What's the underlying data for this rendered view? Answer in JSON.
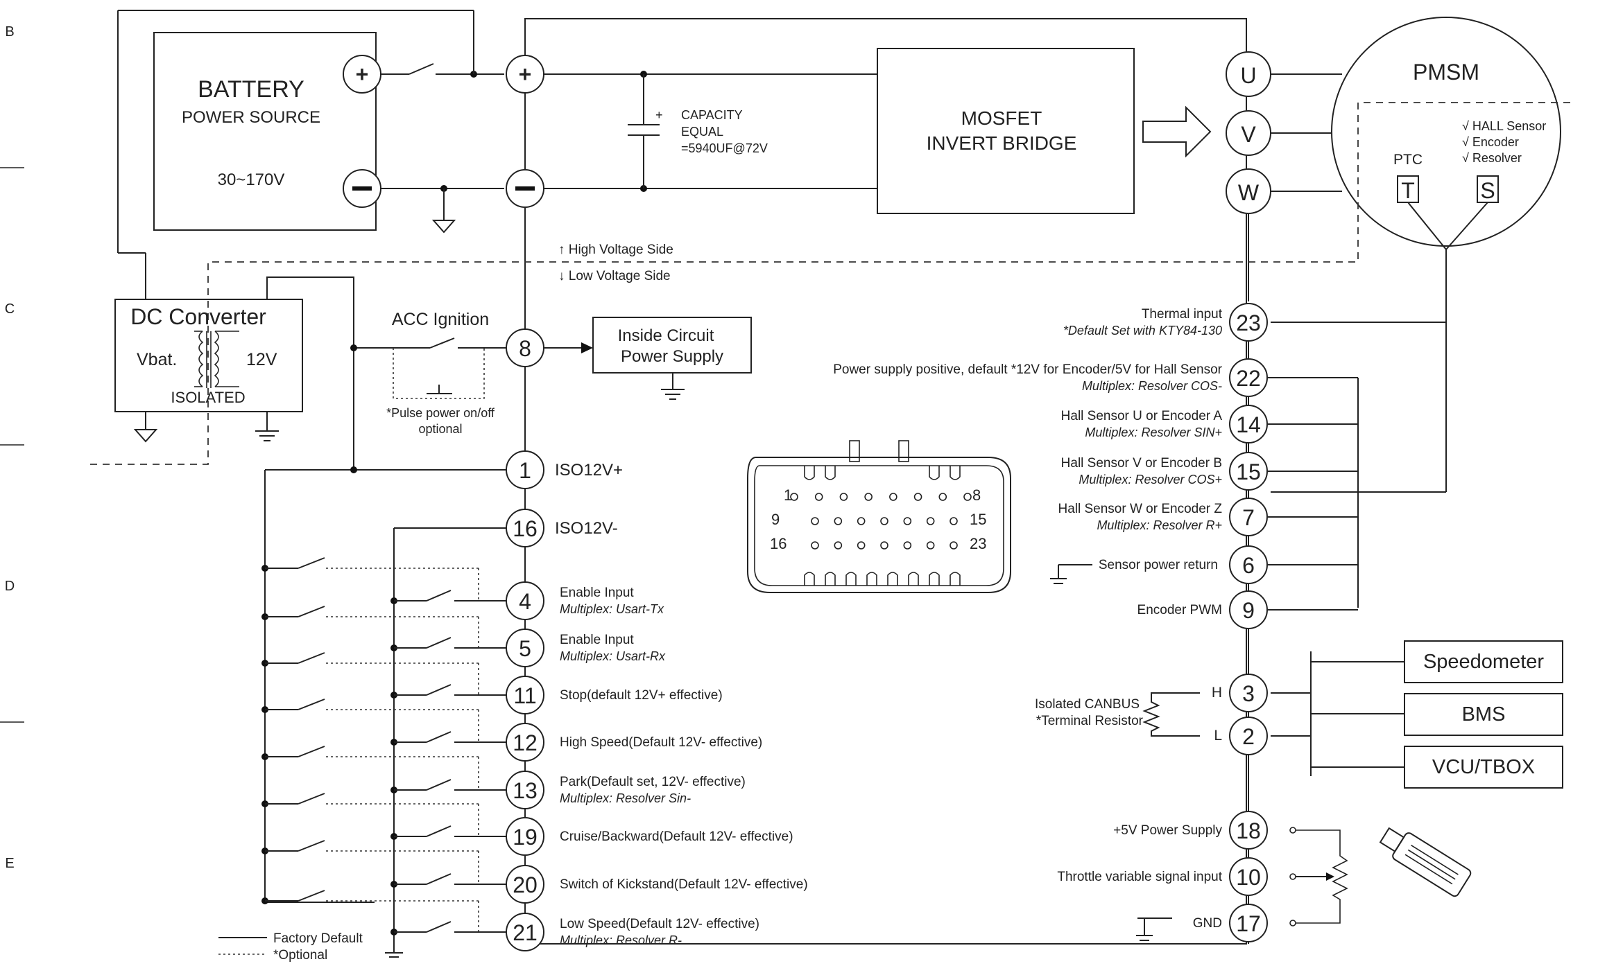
{
  "grid_rows": [
    "B",
    "C",
    "D",
    "E"
  ],
  "battery": {
    "title": "BATTERY",
    "subtitle": "POWER SOURCE",
    "voltage": "30~170V"
  },
  "capacitor": {
    "plus": "+",
    "line1": "CAPACITY",
    "line2": "EQUAL",
    "line3": "=5940UF@72V"
  },
  "mosfet": {
    "line1": "MOSFET",
    "line2": "INVERT BRIDGE"
  },
  "motor": {
    "title": "PMSM",
    "ptc": "PTC",
    "t_label": "T",
    "s_label": "S",
    "sensors": [
      "√ HALL Sensor",
      "√ Encoder",
      "√ Resolver"
    ]
  },
  "phases": [
    "U",
    "V",
    "W"
  ],
  "voltage_side": {
    "high": "↑ High Voltage Side",
    "low": "↓ Low Voltage Side"
  },
  "dc_converter": {
    "title": "DC Converter",
    "vbat": "Vbat.",
    "out": "12V",
    "isolated": "ISOLATED"
  },
  "acc": {
    "title": "ACC Ignition",
    "note1": "*Pulse power on/off",
    "note2": "optional"
  },
  "inside_circuit": {
    "line1": "Inside Circuit",
    "line2": "Power Supply"
  },
  "left_pins": [
    {
      "num": "8",
      "label": "",
      "sub": ""
    },
    {
      "num": "1",
      "label": "ISO12V+",
      "sub": ""
    },
    {
      "num": "16",
      "label": "ISO12V-",
      "sub": ""
    },
    {
      "num": "4",
      "label": "Enable Input",
      "sub": "Multiplex: Usart-Tx"
    },
    {
      "num": "5",
      "label": "Enable Input",
      "sub": "Multiplex: Usart-Rx"
    },
    {
      "num": "11",
      "label": "Stop(default 12V+ effective)",
      "sub": ""
    },
    {
      "num": "12",
      "label": "High Speed(Default 12V- effective)",
      "sub": ""
    },
    {
      "num": "13",
      "label": "Park(Default set, 12V- effective)",
      "sub": "Multiplex: Resolver Sin-"
    },
    {
      "num": "19",
      "label": "Cruise/Backward(Default 12V- effective)",
      "sub": ""
    },
    {
      "num": "20",
      "label": "Switch of Kickstand(Default 12V- effective)",
      "sub": ""
    },
    {
      "num": "21",
      "label": "Low Speed(Default 12V- effective)",
      "sub": "Multiplex: Resolver R-"
    }
  ],
  "right_pins": [
    {
      "num": "23",
      "label": "Thermal input",
      "sub": "*Default Set with KTY84-130"
    },
    {
      "num": "22",
      "label": "Power supply positive, default *12V for Encoder/5V for Hall Sensor",
      "sub": "Multiplex: Resolver COS-"
    },
    {
      "num": "14",
      "label": "Hall Sensor U or Encoder A",
      "sub": "Multiplex: Resolver SIN+"
    },
    {
      "num": "15",
      "label": "Hall Sensor V or Encoder B",
      "sub": "Multiplex: Resolver COS+"
    },
    {
      "num": "7",
      "label": "Hall Sensor W or Encoder Z",
      "sub": "Multiplex: Resolver R+"
    },
    {
      "num": "6",
      "label": "Sensor power return",
      "sub": ""
    },
    {
      "num": "9",
      "label": "Encoder PWM",
      "sub": ""
    },
    {
      "num": "3",
      "label": "H",
      "sub": ""
    },
    {
      "num": "2",
      "label": "L",
      "sub": ""
    },
    {
      "num": "18",
      "label": "+5V Power Supply",
      "sub": ""
    },
    {
      "num": "10",
      "label": "Throttle variable signal input",
      "sub": ""
    },
    {
      "num": "17",
      "label": "GND",
      "sub": ""
    }
  ],
  "canbus": {
    "line1": "Isolated CANBUS",
    "line2": "*Terminal Resistor"
  },
  "bus_devices": [
    "Speedometer",
    "BMS",
    "VCU/TBOX"
  ],
  "connector": {
    "r1_start": "1",
    "r1_end": "8",
    "r2_start": "9",
    "r2_end": "15",
    "r3_start": "16",
    "r3_end": "23"
  },
  "legend": {
    "solid": "Factory Default",
    "dotted": "*Optional"
  }
}
